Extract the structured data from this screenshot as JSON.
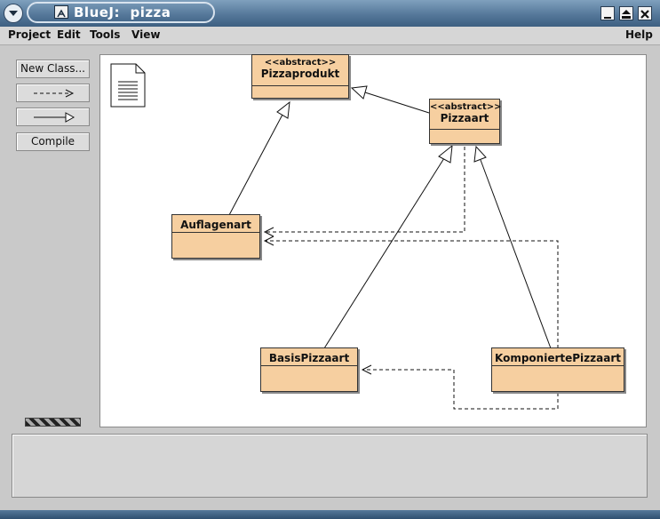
{
  "window": {
    "title": "BlueJ:  pizza"
  },
  "menu": {
    "project": "Project",
    "edit": "Edit",
    "tools": "Tools",
    "view": "View",
    "help": "Help"
  },
  "tools": {
    "new_class": "New Class...",
    "uses_arrow": "--->",
    "inherit_arrow": "—▷",
    "compile": "Compile"
  },
  "diagram": {
    "classes": [
      {
        "name": "Pizzaprodukt",
        "stereotype": "<<abstract>>"
      },
      {
        "name": "Pizzaart",
        "stereotype": "<<abstract>>"
      },
      {
        "name": "Auflagenart",
        "stereotype": ""
      },
      {
        "name": "BasisPizzaart",
        "stereotype": ""
      },
      {
        "name": "KomponiertePizzaart",
        "stereotype": ""
      }
    ]
  },
  "colors": {
    "class_fill": "#f6cfa0",
    "titlebar": "#55789a"
  }
}
